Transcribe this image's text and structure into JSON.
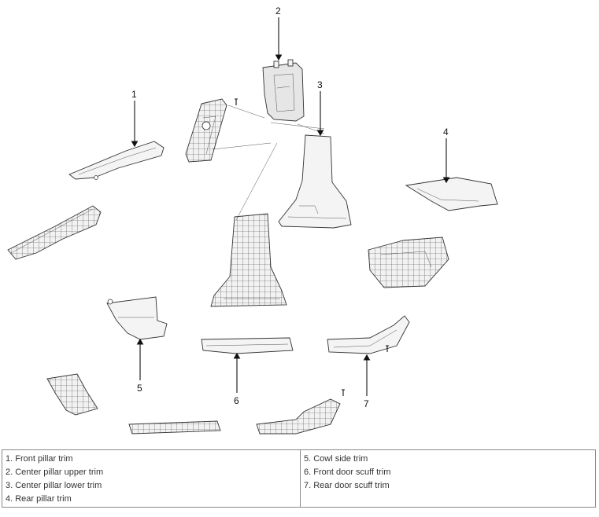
{
  "callouts": [
    "1",
    "2",
    "3",
    "4",
    "5",
    "6",
    "7"
  ],
  "legend": {
    "left": [
      "1. Front pillar trim",
      "2. Center pillar upper trim",
      "3. Center pillar lower trim",
      "4. Rear pillar trim"
    ],
    "right": [
      "5. Cowl side trim",
      "6. Front door scuff trim",
      "7. Rear door scuff trim"
    ]
  }
}
